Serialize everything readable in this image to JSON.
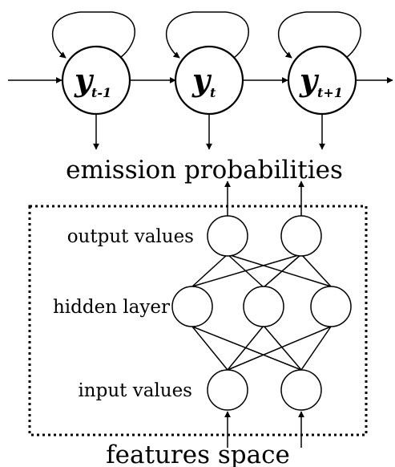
{
  "states": [
    {
      "symbol": "y",
      "subscript": "t-1"
    },
    {
      "symbol": "y",
      "subscript": "t"
    },
    {
      "symbol": "y",
      "subscript": "t+1"
    }
  ],
  "labels": {
    "emission": "emission probabilities",
    "output": "output values",
    "hidden": "hidden layer",
    "input": "input values",
    "features": "features space"
  },
  "network": {
    "input_count": 2,
    "hidden_count": 3,
    "output_count": 2
  },
  "colors": {
    "stroke": "#000000",
    "background": "#ffffff"
  }
}
